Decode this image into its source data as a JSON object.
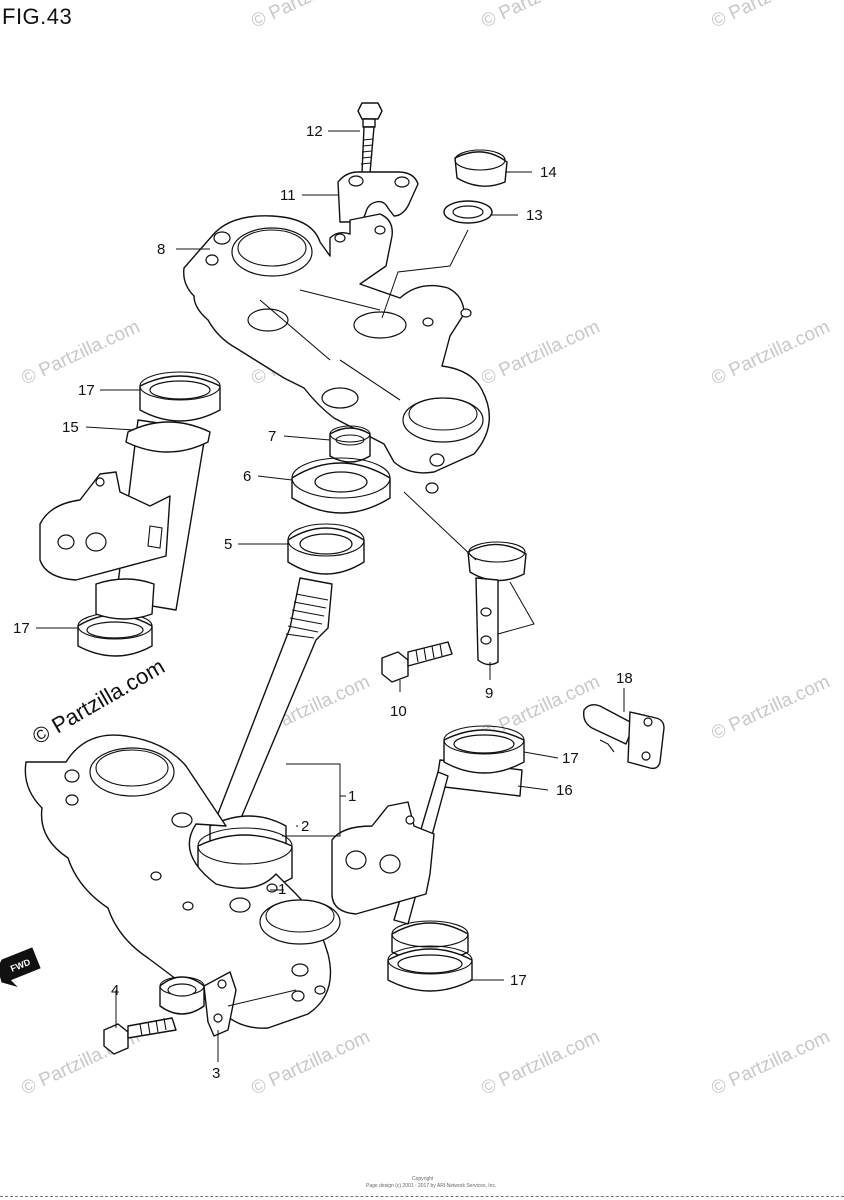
{
  "figure": {
    "title": "FIG.43"
  },
  "watermark": {
    "text": "© Partzilla.com",
    "color": "#c8c8c8"
  },
  "callouts": [
    "1",
    "2",
    "3",
    "4",
    "5",
    "6",
    "7",
    "8",
    "9",
    "10",
    "11",
    "12",
    "13",
    "14",
    "15",
    "16",
    "17",
    "18"
  ],
  "footer": {
    "line1": "Copyright",
    "line2": "Page design (c) 2001 - 2017 by ARI Network Services, Inc."
  },
  "fwd_label": "FWD"
}
